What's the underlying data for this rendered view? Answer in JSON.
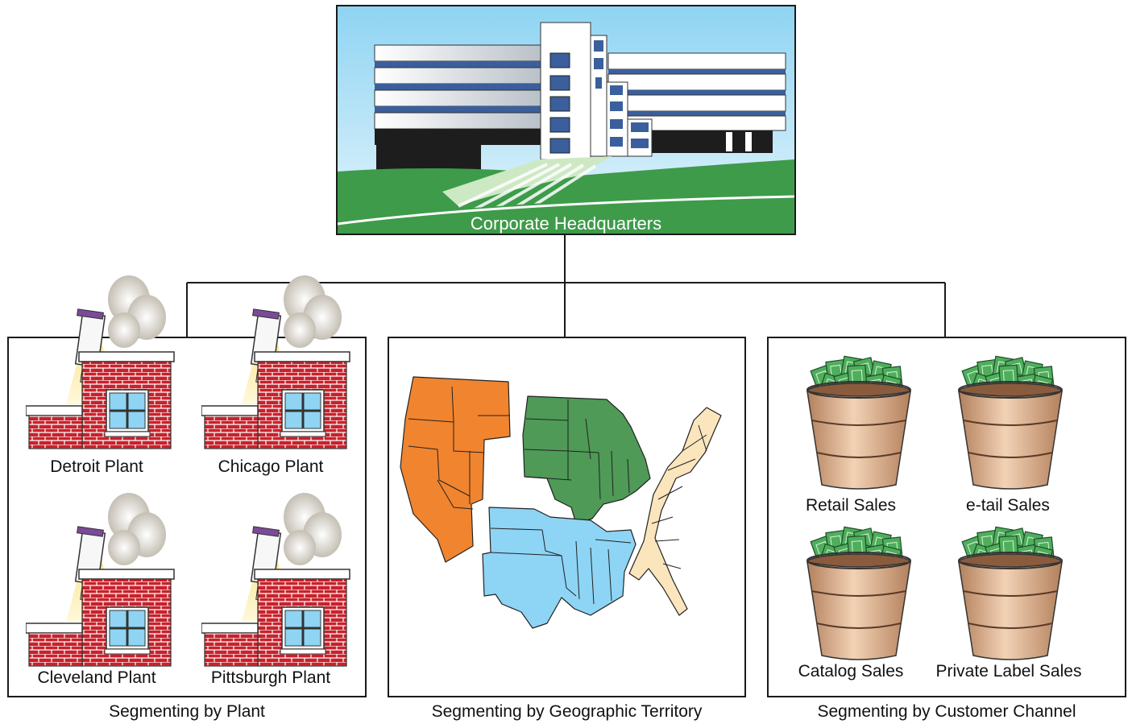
{
  "headquarters": {
    "label": "Corporate Headquarters"
  },
  "segments": {
    "plant": {
      "caption": "Segmenting by Plant",
      "plants": [
        "Detroit Plant",
        "Chicago Plant",
        "Cleveland Plant",
        "Pittsburgh Plant"
      ]
    },
    "territory": {
      "caption": "Segmenting by Geographic Territory",
      "regions": [
        {
          "icon": "west-region-map",
          "color": "#f0842f"
        },
        {
          "icon": "midwest-region-map",
          "color": "#4e9a56"
        },
        {
          "icon": "south-region-map",
          "color": "#8ed4f5"
        },
        {
          "icon": "east-region-map",
          "color": "#fbe5bd"
        }
      ]
    },
    "channel": {
      "caption": "Segmenting by Customer Channel",
      "channels": [
        "Retail Sales",
        "e-tail Sales",
        "Catalog Sales",
        "Private Label Sales"
      ]
    }
  },
  "colors": {
    "sky": "#a3dcf4",
    "grass": "#3e9b4a",
    "brick": "#c0232d",
    "cash": "#4fae5c",
    "bucket": "#d7a680"
  }
}
